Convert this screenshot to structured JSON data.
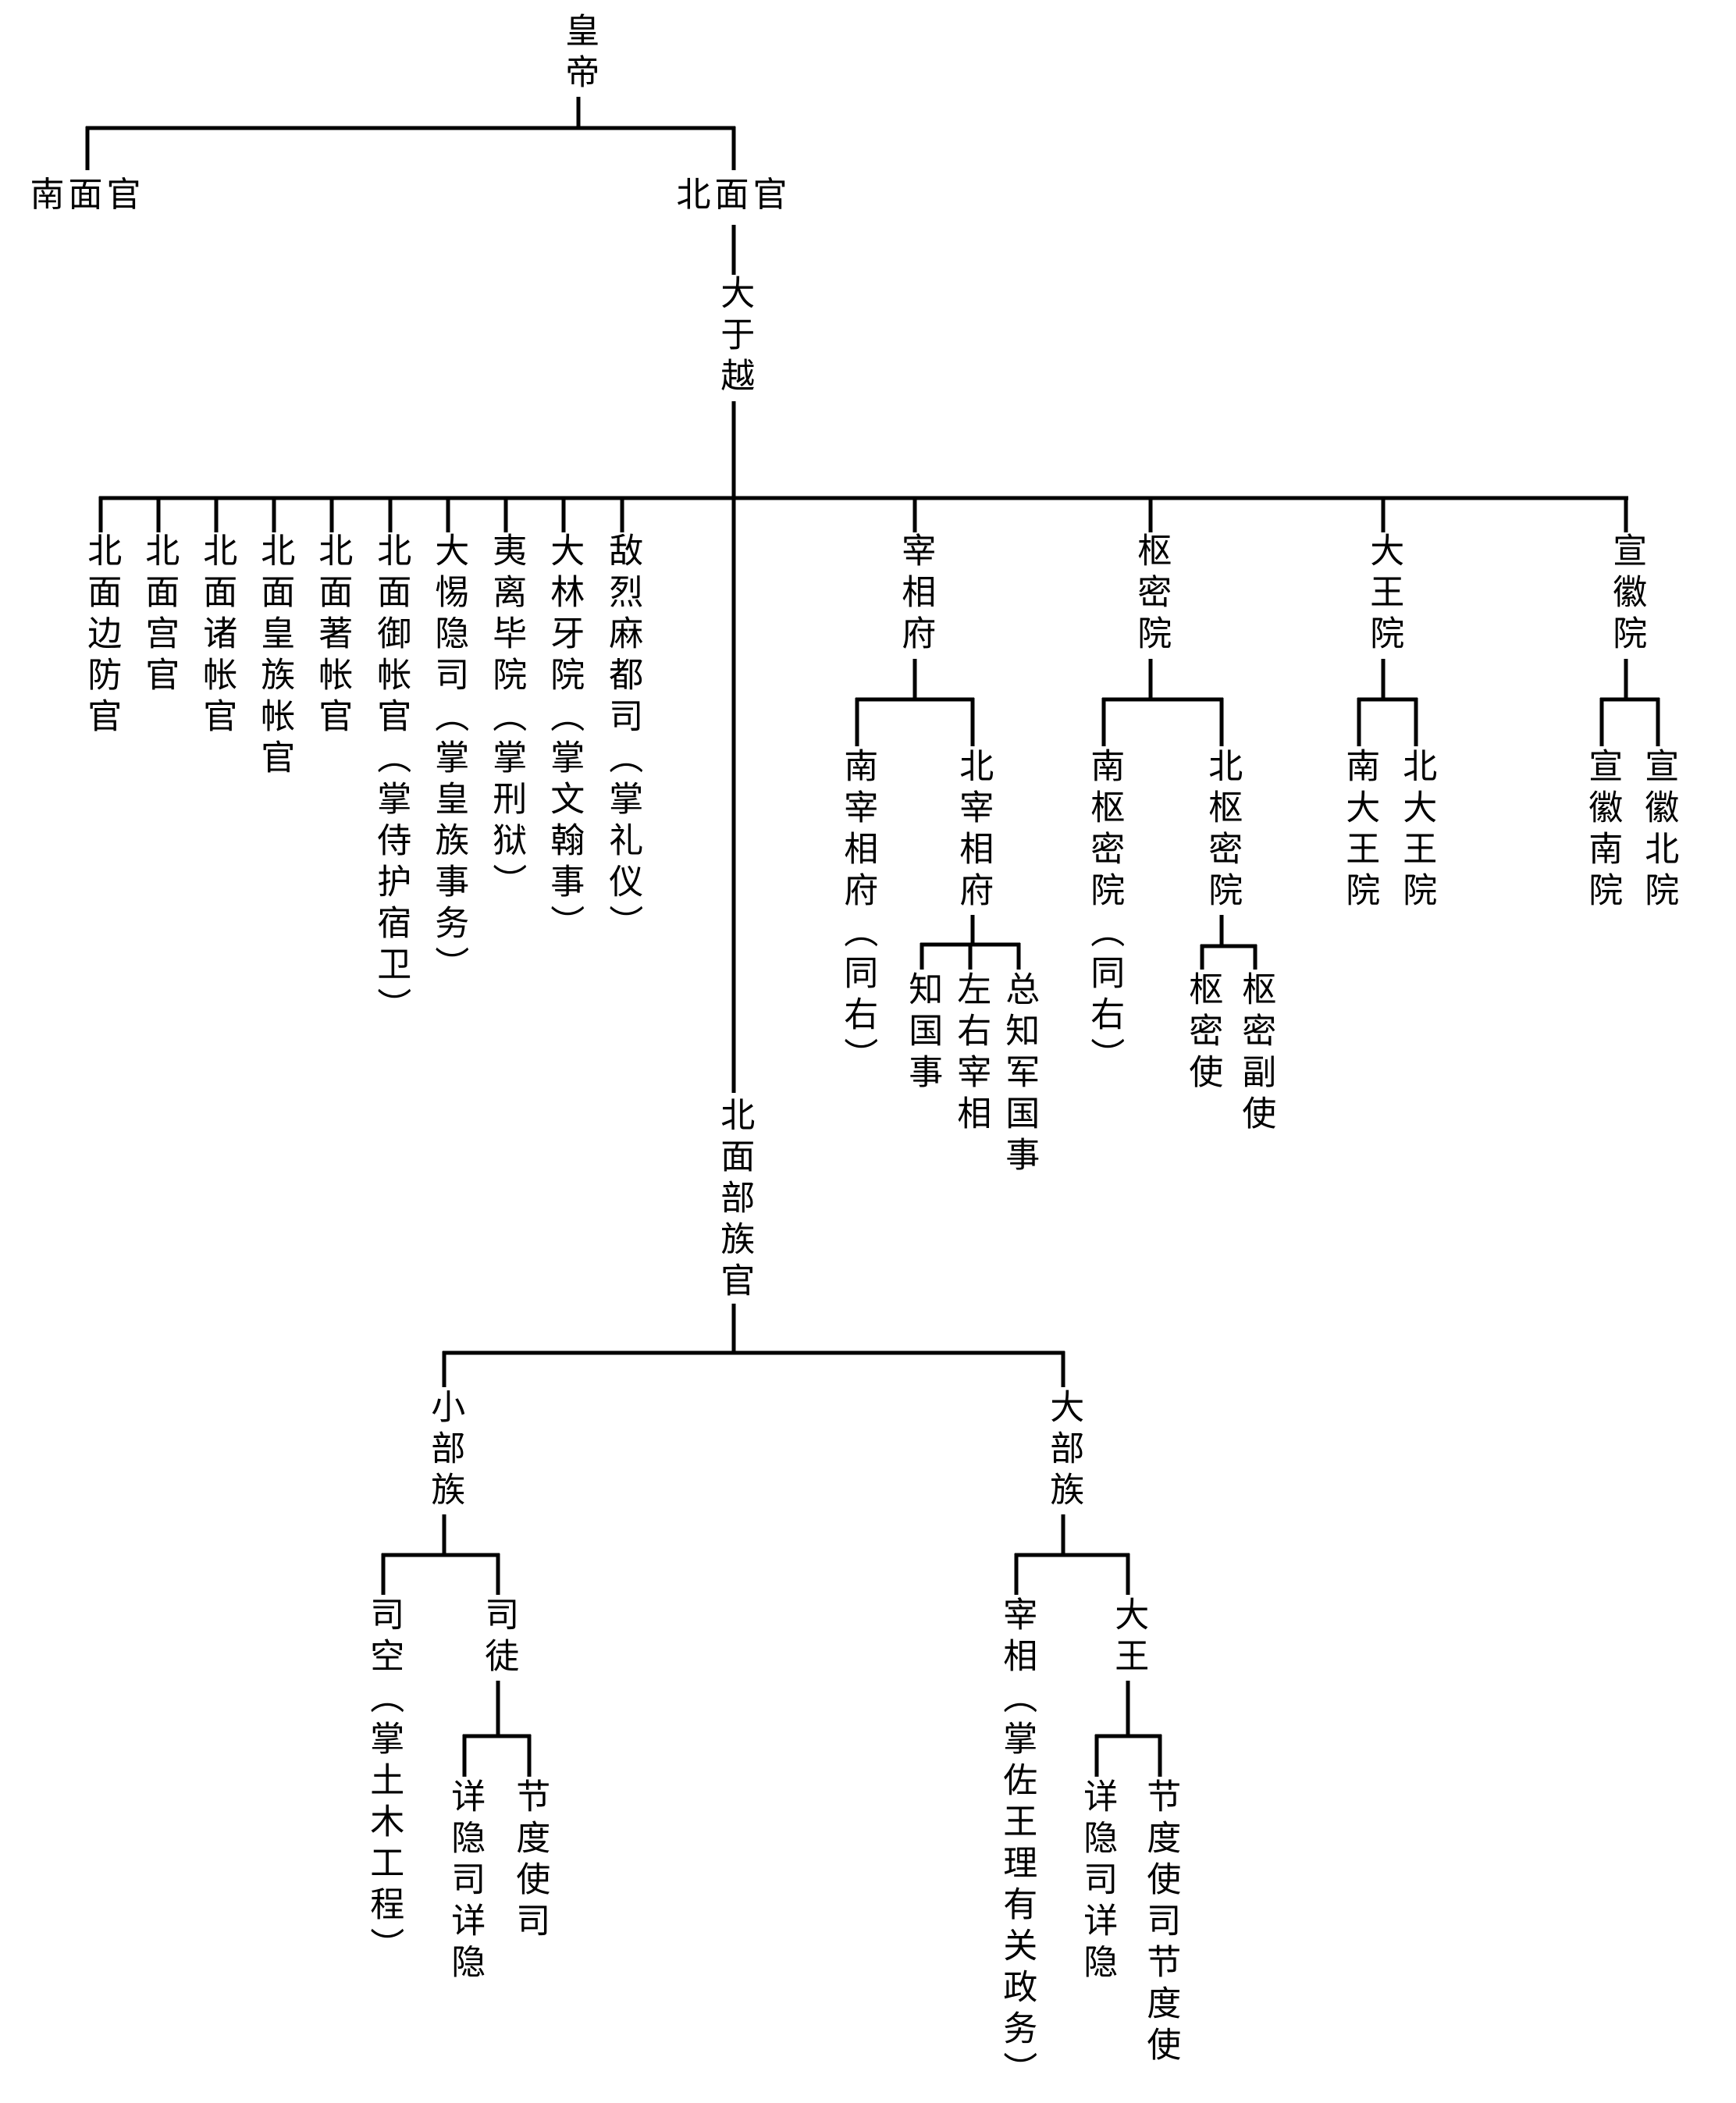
{
  "page": {
    "background": "#ffffff",
    "line_color": "#000000",
    "text_color": "#000000",
    "diagram_type": "org-chart"
  },
  "labels": {
    "emperor": "皇帝",
    "south_admin": "南面官",
    "north_admin": "北面官",
    "da_yuyue": "大于越",
    "bianfang_guan": "北面边防官",
    "gong_guan": "北面宫官",
    "zhuzhang_guan": "北面诸帐官",
    "huangzu_zhang_guan": "北面皇族帐官",
    "zhuzhang2_guan": "北面著帐官",
    "yuzhang_guan": "北面御帐官（掌侍护宿卫）",
    "da_tiyin_si": "大惕隐司（掌皇族事务）",
    "yilibi_yuan": "夷离毕院（掌刑狱）",
    "da_linya_yuan": "大林牙院（掌文翰事）",
    "dilie_madu_si": "敌烈麻都司（掌礼仪）",
    "zaixiang_fu": "宰相府",
    "nan_zaixiang_fu": "南宰相府（同右）",
    "bei_zaixiang_fu": "北宰相府",
    "zhi_guoshi": "知国事",
    "zuoyou_zaixiang": "左右宰相",
    "zongzhi_jun_guoshi": "总知军国事",
    "shumi_yuan": "枢密院",
    "nan_shumi_yuan": "南枢密院（同右）",
    "bei_shumi_yuan": "北枢密院",
    "shumi_shi": "枢密使",
    "shumi_fushi": "枢密副使",
    "dawang_yuan": "大王院",
    "nan_dawang_yuan": "南大王院",
    "bei_dawang_yuan": "北大王院",
    "xuanhui_yuan": "宣徽院",
    "xuanhui_nan_yuan": "宣徽南院",
    "xuanhui_bei_yuan": "宣徽北院",
    "buzu_guan": "北面部族官",
    "xiao_buzu": "小部族",
    "da_buzu": "大部族",
    "sikong": "司空（掌土木工程）",
    "situ": "司徒",
    "situ_xiangyin_si": "详隐司详隐",
    "situ_jiedushi_si": "节度使司",
    "dabuzu_zaixiang": "宰相（掌佐王理有关政务）",
    "dabuzu_dawang": "大王",
    "dawang_xiangyin_si": "详隐司详隐",
    "dawang_jiedushi": "节度使司节度使"
  },
  "structure": {
    "emperor": [
      "south_admin",
      "north_admin"
    ],
    "north_admin": [
      "da_yuyue"
    ],
    "da_yuyue": [
      "bianfang_guan",
      "gong_guan",
      "zhuzhang_guan",
      "huangzu_zhang_guan",
      "zhuzhang2_guan",
      "yuzhang_guan",
      "da_tiyin_si",
      "yilibi_yuan",
      "da_linya_yuan",
      "dilie_madu_si",
      "zaixiang_fu",
      "shumi_yuan",
      "dawang_yuan",
      "xuanhui_yuan",
      "buzu_guan"
    ],
    "zaixiang_fu": [
      "nan_zaixiang_fu",
      "bei_zaixiang_fu"
    ],
    "bei_zaixiang_fu": [
      "zhi_guoshi",
      "zuoyou_zaixiang",
      "zongzhi_jun_guoshi"
    ],
    "shumi_yuan": [
      "nan_shumi_yuan",
      "bei_shumi_yuan"
    ],
    "bei_shumi_yuan": [
      "shumi_shi",
      "shumi_fushi"
    ],
    "dawang_yuan": [
      "nan_dawang_yuan",
      "bei_dawang_yuan"
    ],
    "xuanhui_yuan": [
      "xuanhui_nan_yuan",
      "xuanhui_bei_yuan"
    ],
    "buzu_guan": [
      "xiao_buzu",
      "da_buzu"
    ],
    "xiao_buzu": [
      "sikong",
      "situ"
    ],
    "situ": [
      "situ_xiangyin_si",
      "situ_jiedushi_si"
    ],
    "da_buzu": [
      "dabuzu_zaixiang",
      "dabuzu_dawang"
    ],
    "dabuzu_dawang": [
      "dawang_xiangyin_si",
      "dawang_jiedushi"
    ]
  }
}
